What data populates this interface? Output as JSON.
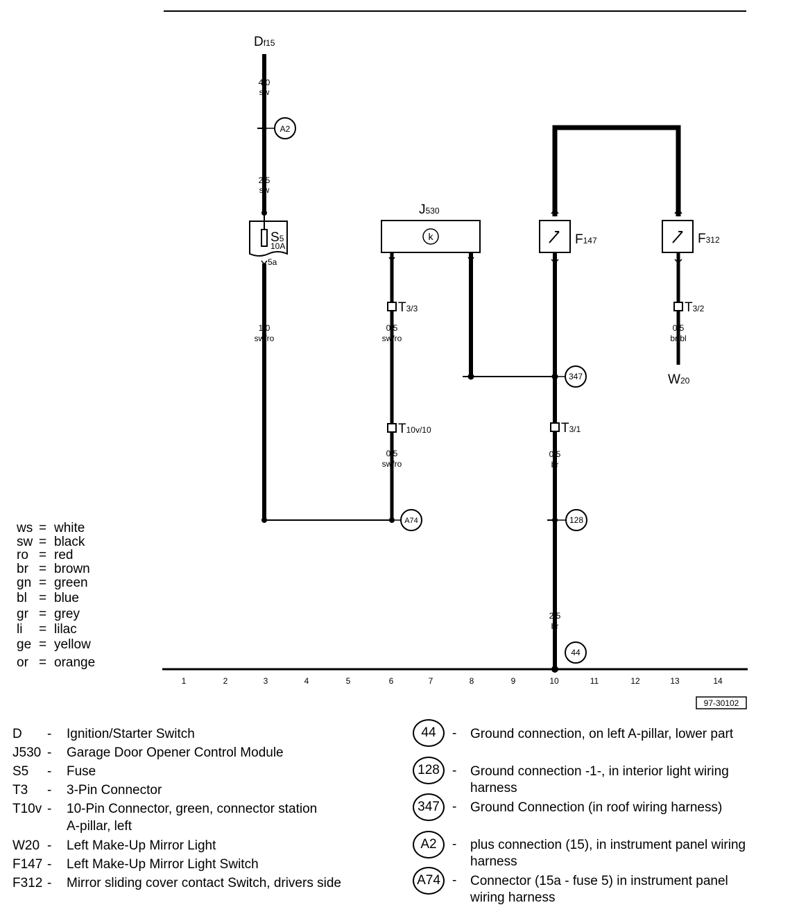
{
  "components": {
    "D": {
      "main": "D",
      "sub": "f15"
    },
    "J530": {
      "main": "J",
      "sub": "530"
    },
    "S5": {
      "main": "S",
      "sub": "5",
      "rating": "10A",
      "terminal": "5a"
    },
    "F147": {
      "main": "F",
      "sub": "147"
    },
    "F312": {
      "main": "F",
      "sub": "312"
    },
    "W20": {
      "main": "W",
      "sub": "20"
    },
    "T3_3": {
      "main": "T",
      "sub": "3/3"
    },
    "T3_2": {
      "main": "T",
      "sub": "3/2"
    },
    "T3_1": {
      "main": "T",
      "sub": "3/1"
    },
    "T10v_10": {
      "main": "T",
      "sub": "10v/10"
    },
    "J530_symbol": "k"
  },
  "wires": {
    "w1": {
      "size": "4,0",
      "color": "sw"
    },
    "w2": {
      "size": "2,5",
      "color": "sw"
    },
    "w3": {
      "size": "1,0",
      "color": "sw/ro"
    },
    "w4": {
      "size": "0,5",
      "color": "sw/ro"
    },
    "w5": {
      "size": "0,5",
      "color": "sw/ro"
    },
    "w6": {
      "size": "0,5",
      "color": "br/bl"
    },
    "w7": {
      "size": "0,5",
      "color": "br"
    },
    "w8": {
      "size": "2,5",
      "color": "br"
    }
  },
  "connection_points": {
    "A2": "A2",
    "A74": "A74",
    "c347": "347",
    "c128": "128",
    "c44": "44"
  },
  "track_numbers": [
    "1",
    "2",
    "3",
    "4",
    "5",
    "6",
    "7",
    "8",
    "9",
    "10",
    "11",
    "12",
    "13",
    "14"
  ],
  "diagram_id": "97-30102",
  "color_key": [
    {
      "code": "ws",
      "name": "white"
    },
    {
      "code": "sw",
      "name": "black"
    },
    {
      "code": "ro",
      "name": "red"
    },
    {
      "code": "br",
      "name": "brown"
    },
    {
      "code": "gn",
      "name": "green"
    },
    {
      "code": "bl",
      "name": "blue"
    },
    {
      "code": "gr",
      "name": "grey"
    },
    {
      "code": "li",
      "name": "lilac"
    },
    {
      "code": "ge",
      "name": "yellow"
    },
    {
      "code": "or",
      "name": "orange"
    }
  ],
  "component_legend": [
    {
      "code": "D",
      "desc": "Ignition/Starter Switch"
    },
    {
      "code": "J530",
      "desc": "Garage Door Opener Control Module"
    },
    {
      "code": "S5",
      "desc": "Fuse"
    },
    {
      "code": "T3",
      "desc": "3-Pin Connector"
    },
    {
      "code": "T10v",
      "desc": "10-Pin Connector, green, connector station",
      "desc2": "A-pillar, left"
    },
    {
      "code": "W20",
      "desc": "Left Make-Up Mirror Light"
    },
    {
      "code": "F147",
      "desc": "Left Make-Up Mirror Light Switch"
    },
    {
      "code": "F312",
      "desc": "Mirror sliding cover contact Switch, drivers side"
    }
  ],
  "ground_legend": [
    {
      "code": "44",
      "desc": "Ground connection, on left A-pillar, lower part"
    },
    {
      "code": "128",
      "desc": "Ground connection -1-, in interior light wiring",
      "desc2": "harness"
    },
    {
      "code": "347",
      "desc": "Ground Connection (in roof wiring harness)"
    },
    {
      "code": "A2",
      "desc": "plus connection (15), in instrument panel wiring",
      "desc2": "harness"
    },
    {
      "code": "A74",
      "desc": "Connector (15a - fuse 5) in instrument panel",
      "desc2": "wiring harness"
    }
  ],
  "dash": "-",
  "equals": "="
}
